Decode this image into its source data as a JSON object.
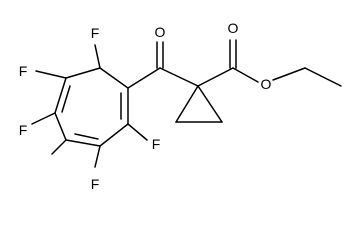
{
  "molecule": {
    "atoms": {
      "carbonyl_oxygen": "O",
      "ester_carbonyl_oxygen": "O",
      "ester_oxygen": "O",
      "fluorine_2": "F",
      "fluorine_3": "F",
      "fluorine_4": "F",
      "fluorine_5": "F",
      "fluorine_6": "F"
    }
  }
}
